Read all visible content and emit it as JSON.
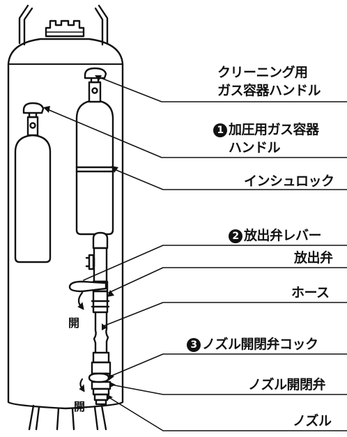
{
  "labels": {
    "cleaning_gas_handle": {
      "line1": "クリーニング用",
      "line2": "ガス容器ハンドル"
    },
    "pressurizing_gas_handle": {
      "number": "1",
      "line1": "加圧用ガス容器",
      "line2": "ハンドル"
    },
    "insulock": "インシュロック",
    "discharge_valve_lever": {
      "number": "2",
      "text": "放出弁レバー"
    },
    "discharge_valve": "放出弁",
    "hose": "ホース",
    "nozzle_valve_cock": {
      "number": "3",
      "text": "ノズル開閉弁コック"
    },
    "nozzle_valve": "ノズル開閉弁",
    "nozzle": "ノズル"
  },
  "open_marks": {
    "upper": "開",
    "lower": "開"
  },
  "colors": {
    "line": "#111111",
    "background": "#ffffff",
    "tank_fill": "#ffffff"
  }
}
